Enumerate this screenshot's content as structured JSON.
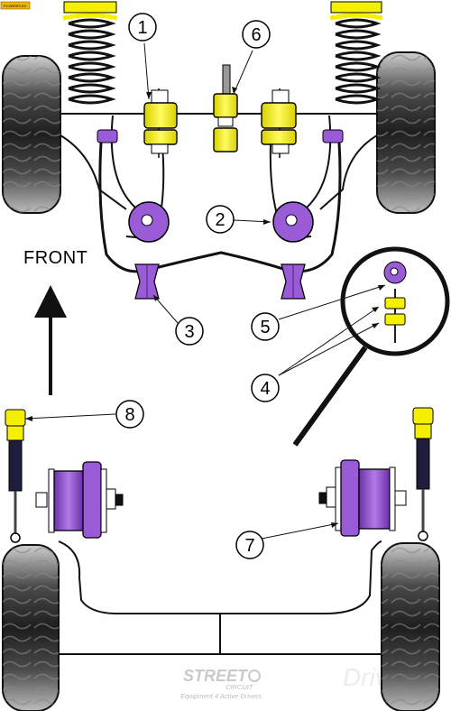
{
  "direction_label": "FRONT",
  "corner_tag": "POWERFLEX",
  "callouts": [
    "1",
    "2",
    "3",
    "4",
    "5",
    "6",
    "7",
    "8"
  ],
  "logo": {
    "name_top": "STREET",
    "name_bottom": "CIRCUIT",
    "tagline": "Equipment 4 Active Drivers"
  },
  "watermark": "Drivers",
  "colors": {
    "yellow_bush": "#f5f000",
    "purple_bush": "#9a5cd6",
    "tyre": "#2d2d2d",
    "spring": "#111111"
  }
}
